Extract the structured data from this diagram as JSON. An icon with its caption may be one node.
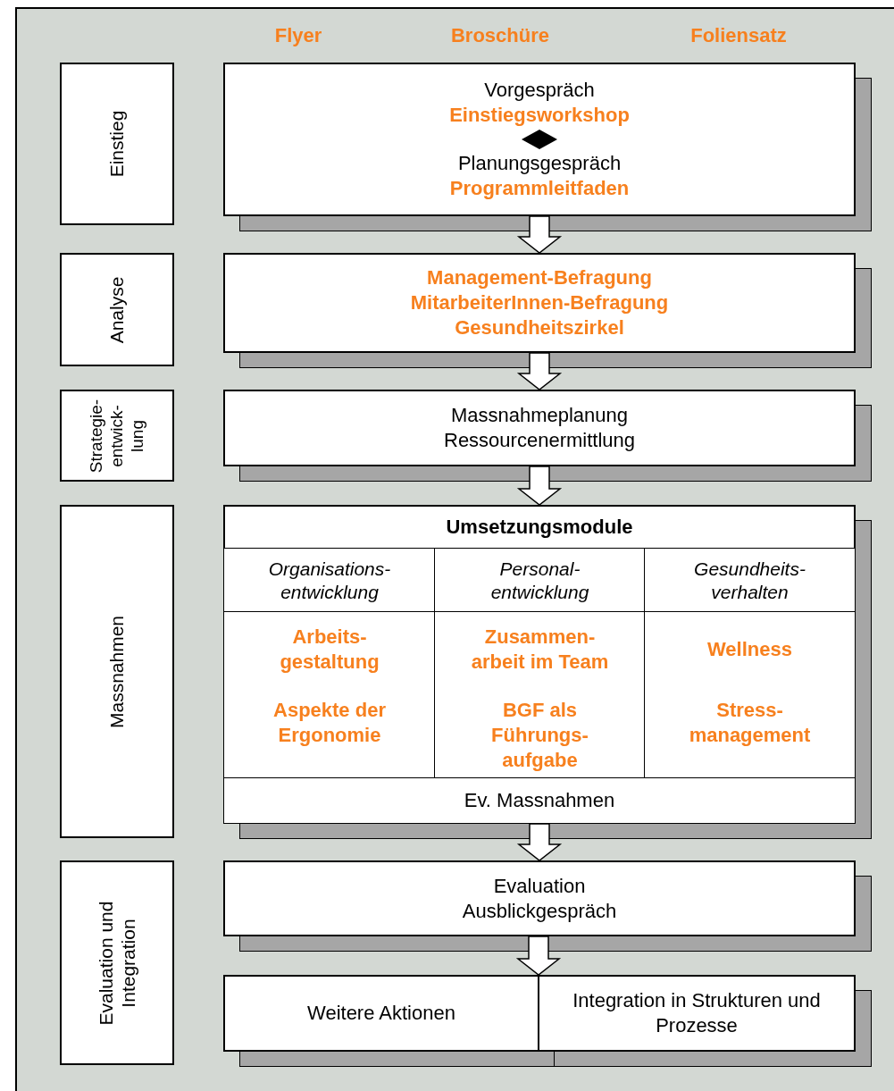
{
  "diagram": {
    "nodes": [
      {
        "text": [
          "Einstieg"
        ]
      },
      {
        "text": [
          "Vorgespräch",
          "Einstiegsworkshop",
          "Planungsgespräch",
          "Programmleitfaden"
        ]
      },
      {
        "text": [
          "Analyse"
        ]
      },
      {
        "text": [
          "Management-Befragung",
          "MitarbeiterInnen-Befragung",
          "Gesundheitszirkel"
        ]
      },
      {
        "text": [
          "Strategie- entwick- lung"
        ]
      },
      {
        "text": [
          "Massnahmeplanung",
          "Ressourcenermittlung"
        ]
      },
      {
        "text": [
          "Massnahmen"
        ]
      },
      {
        "text": [
          "Umsetzungsmodule"
        ]
      },
      {
        "text": [
          "Organisations- entwicklung"
        ],
        "in": 7
      },
      {
        "text": [
          "Personal- entwicklung"
        ],
        "in": 7
      },
      {
        "text": [
          "Gesundheits- verhalten"
        ],
        "in": 7
      },
      {
        "text": [
          "Arbeits- gestaltung",
          "Aspekte der Ergonomie"
        ],
        "in": 7
      },
      {
        "text": [
          "Zusammen- arbeit im Team",
          "BGF als Führungs- aufgabe"
        ],
        "in": 7
      },
      {
        "text": [
          "Wellness",
          "Stress- management"
        ],
        "in": 7
      },
      {
        "text": [
          "Ev. Massnahmen"
        ],
        "in": 7
      },
      {
        "text": [
          "Evaluation und Integration"
        ]
      },
      {
        "text": [
          "Evaluation",
          "Ausblickgespräch"
        ]
      },
      {
        "text": [
          "Weitere Aktionen"
        ]
      },
      {
        "text": [
          "Integration in Strukturen und Prozesse"
        ]
      }
    ],
    "edges": [
      {
        "from": 1,
        "to": 3,
        "arrow": "to"
      },
      {
        "from": 3,
        "to": 5,
        "arrow": "to"
      },
      {
        "from": 5,
        "to": 7,
        "arrow": "to"
      },
      {
        "from": 7,
        "to": 16,
        "arrow": "to"
      },
      {
        "from": 16,
        "to": 17,
        "arrow": "to"
      },
      {
        "from": 16,
        "to": 18,
        "arrow": "to"
      }
    ],
    "labels": [
      "Flyer",
      "Broschüre",
      "Foliensatz"
    ]
  }
}
